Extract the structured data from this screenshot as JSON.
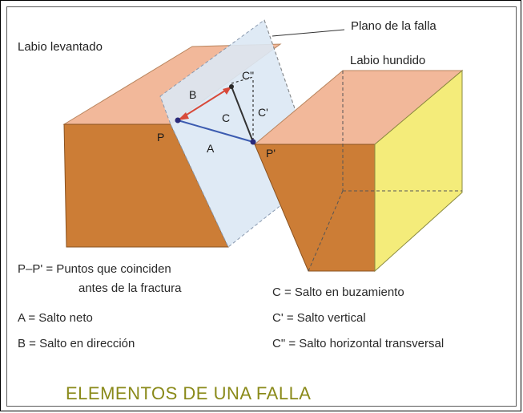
{
  "diagram": {
    "labels": {
      "plano": "Plano de la falla",
      "levantado": "Labio levantado",
      "hundido": "Labio hundido",
      "P": "P",
      "P_prime": "P'",
      "A": "A",
      "B": "B",
      "C": "C",
      "C_prime": "C'",
      "C_dprime": "C\""
    },
    "colors": {
      "block_top": "#f2b89a",
      "block_front": "#cc7d36",
      "block_side": "#f4ec7a",
      "fault_plane": "#dce8f4",
      "vector": "#3b5bb0",
      "arrow_red": "#d84a3a"
    }
  },
  "legend": {
    "pp": "P–P' = Puntos que coinciden",
    "pp2": "antes de la fractura",
    "a": "A = Salto neto",
    "b": "B = Salto en dirección",
    "c": "C = Salto en buzamiento",
    "c1": "C' = Salto vertical",
    "c2": "C\" = Salto horizontal transversal"
  },
  "title": "ELEMENTOS DE UNA FALLA"
}
